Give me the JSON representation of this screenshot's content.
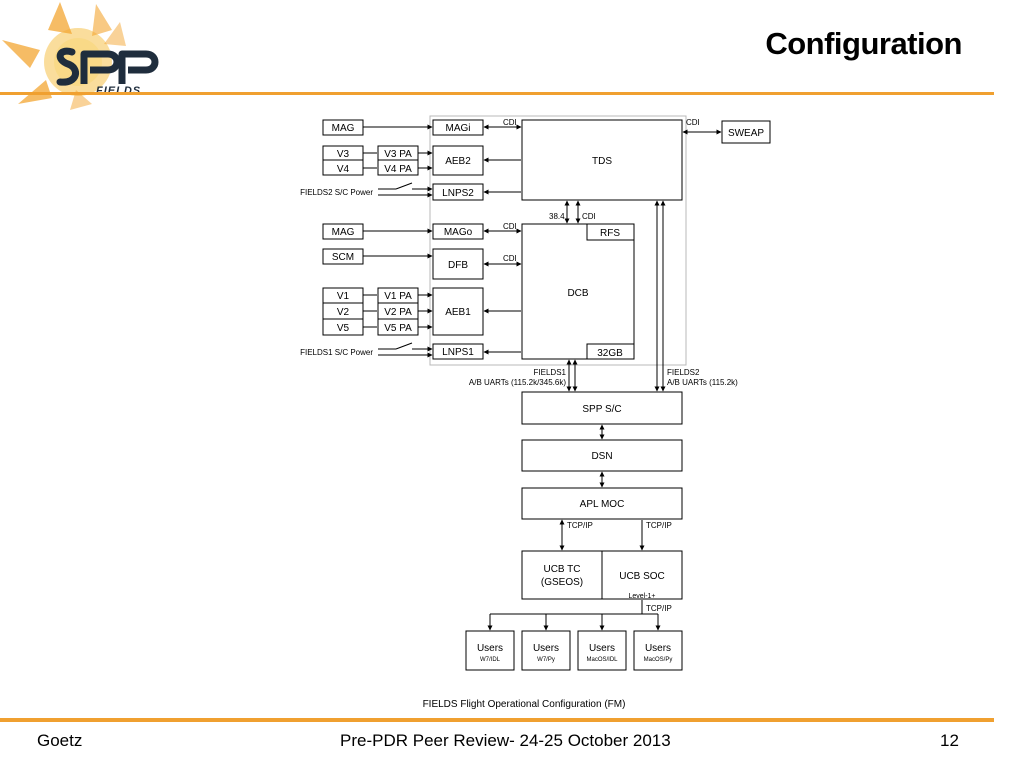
{
  "slide": {
    "title": "Configuration",
    "logo_text": "SPP FIELDS",
    "footer_left": "Goetz",
    "footer_center": "Pre-PDR Peer Review- 24-25 October 2013",
    "page_number": "12",
    "accent_color": "#f0a030"
  },
  "diagram": {
    "caption": "FIELDS Flight Operational Configuration (FM)",
    "boxes": {
      "mag_top": "MAG",
      "v3": "V3",
      "v4": "V4",
      "mag_mid": "MAG",
      "scm": "SCM",
      "v1": "V1",
      "v2": "V2",
      "v5": "V5",
      "v3pa": "V3 PA",
      "v4pa": "V4 PA",
      "v1pa": "V1 PA",
      "v2pa": "V2 PA",
      "v5pa": "V5 PA",
      "magi": "MAGi",
      "aeb2": "AEB2",
      "lnps2": "LNPS2",
      "mago": "MAGo",
      "dfb": "DFB",
      "aeb1": "AEB1",
      "lnps1": "LNPS1",
      "tds": "TDS",
      "sweap": "SWEAP",
      "dcb": "DCB",
      "rfs": "RFS",
      "gb32": "32GB",
      "spp_sc": "SPP S/C",
      "dsn": "DSN",
      "apl_moc": "APL MOC",
      "ucb_tc_1": "UCB TC",
      "ucb_tc_2": "(GSEOS)",
      "ucb_soc": "UCB SOC",
      "level": "Level-1+"
    },
    "labels": {
      "fields2_power": "FIELDS2 S/C Power",
      "fields1_power": "FIELDS1 S/C Power",
      "cdi_magi": "CDI",
      "cdi_sweap": "CDI",
      "cdi_mago": "CDI",
      "cdi_dfb": "CDI",
      "cdi_tds_dcb": "CDI",
      "rate_384": "38.4",
      "fields1_line1": "FIELDS1",
      "fields1_line2": "A/B UARTs (115.2k/345.6k)",
      "fields2_line1": "FIELDS2",
      "fields2_line2": "A/B UARTs (115.2k)",
      "tcpip_left": "TCP/IP",
      "tcpip_right": "TCP/IP",
      "tcpip_users": "TCP/IP"
    },
    "users": [
      {
        "label": "Users",
        "sub": "W7/IDL"
      },
      {
        "label": "Users",
        "sub": "W7/Py"
      },
      {
        "label": "Users",
        "sub": "MacOS/IDL"
      },
      {
        "label": "Users",
        "sub": "MacOS/Py"
      }
    ]
  }
}
